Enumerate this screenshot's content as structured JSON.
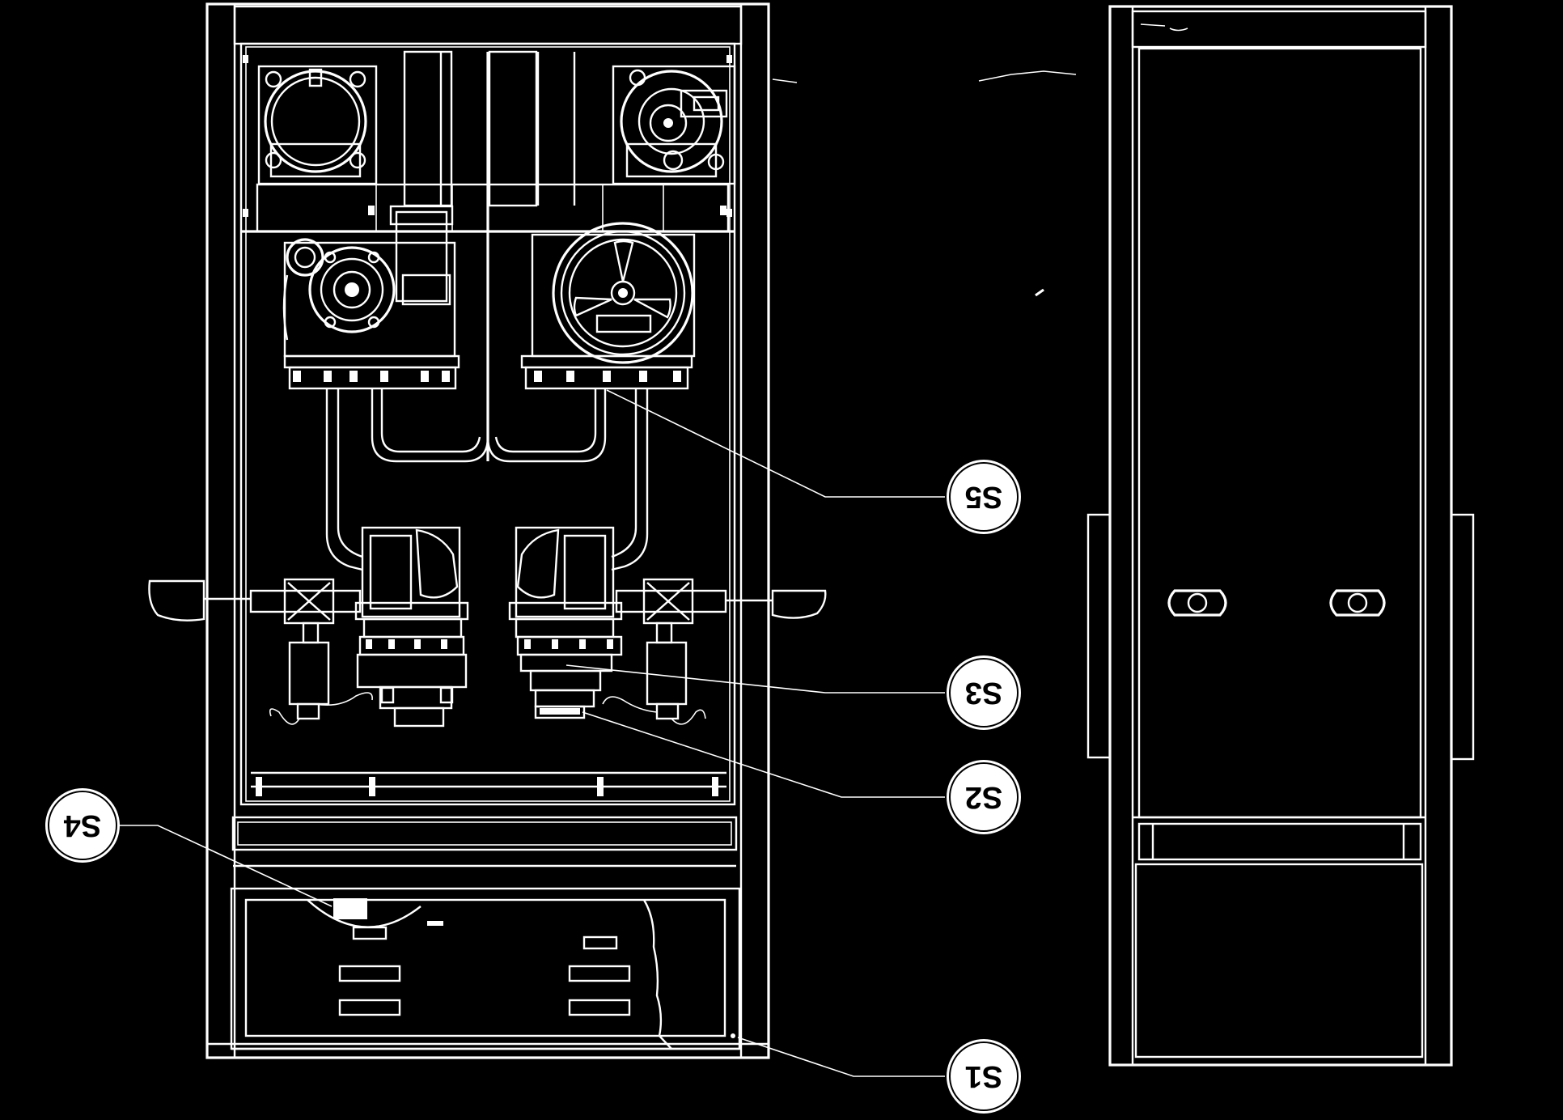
{
  "diagram": {
    "colors": {
      "background": "#000000",
      "linework": "#ffffff"
    },
    "callouts": [
      {
        "id": "S1",
        "label": "S1"
      },
      {
        "id": "S2",
        "label": "S2"
      },
      {
        "id": "S3",
        "label": "S3"
      },
      {
        "id": "S4",
        "label": "S4"
      },
      {
        "id": "S5",
        "label": "S5"
      }
    ]
  }
}
